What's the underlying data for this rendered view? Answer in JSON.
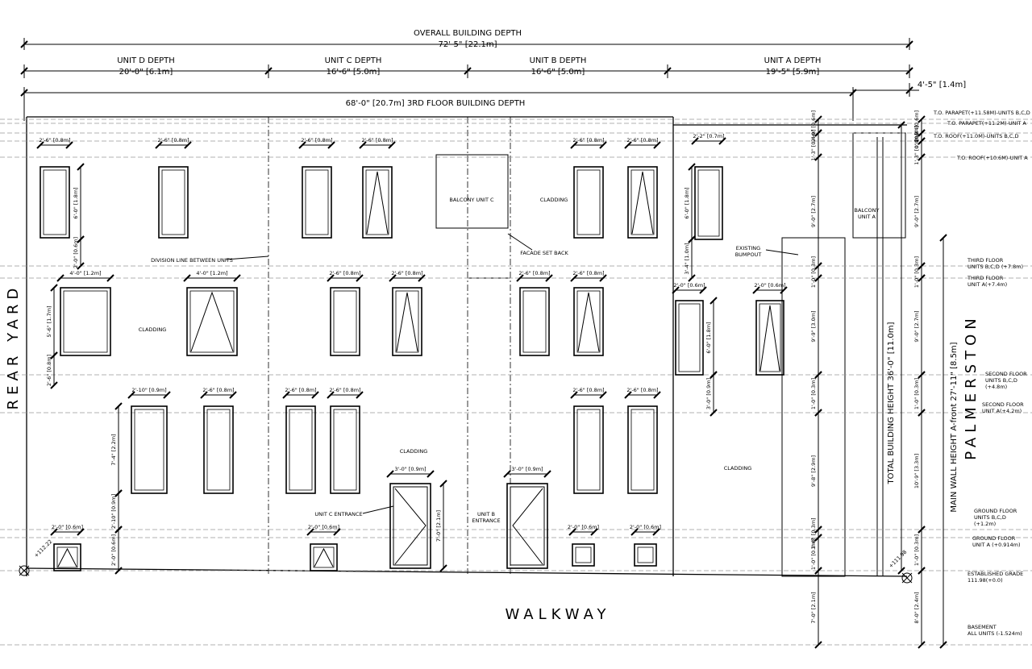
{
  "dimensions": {
    "overall_title": "OVERALL BUILDING DEPTH",
    "overall_value": "72'-5\" [22.1m]",
    "unit_d_title": "UNIT D DEPTH",
    "unit_d_value": "20'-0\" [6.1m]",
    "unit_c_title": "UNIT C DEPTH",
    "unit_c_value": "16'-6\" [5.0m]",
    "unit_b_title": "UNIT B DEPTH",
    "unit_b_value": "16'-6\" [5.0m]",
    "unit_a_title": "UNIT A DEPTH",
    "unit_a_value": "19'-5\" [5.9m]",
    "front_projection": "4'-5\" [1.4m]",
    "third_floor_depth": "68'-0\" [20.7m] 3RD FLOOR BUILDING DEPTH"
  },
  "side_labels": {
    "rear_yard": "REAR YARD",
    "walkway": "WALKWAY",
    "palmerston": "PALMERSTON"
  },
  "window_widths": {
    "w26": "2'-6\" [0.8m]",
    "w40": "4'-0\" [1.2m]",
    "w210": "2'-10\" [0.9m]",
    "w20": "2'-0\" [0.6m]",
    "w22": "2'-2\" [0.7m]",
    "w30": "3'-0\" [0.9m]"
  },
  "vertical_dims": {
    "d60_18": "6'-0\" [1.8m]",
    "d20_06": "2'-0\" [0.6m]",
    "d56_17": "5'-6\" [1.7m]",
    "d26_08": "2'-6\" [0.8m]",
    "d74_22": "7'-4\" [2.2m]",
    "d210_09": "2'-10\" [0.9m]",
    "d34_10": "3'-4\" [1.0m]",
    "d30_09": "3'-0\" [0.9m]",
    "d70_21": "7'-0\" [2.1m]",
    "d13_04": "1'-3\" [0.4m]",
    "d90_27": "9'-0\" [2.7m]",
    "d10_03": "1'-0\" [0.3m]",
    "d99_30": "9'-9\" [3.0m]",
    "d98_29": "9'-8\" [2.9m]",
    "d109_33": "10'-9\" [3.3m]",
    "d80_24": "8'-0\" [2.4m]",
    "d01_044": "0\" [0.44]",
    "total_height": "TOTAL BUILDING HEIGHT 36'-0\" [11.0m]",
    "main_wall": "MAIN WALL HEIGHT A-front 27'-11\" [8.5m]"
  },
  "annotations": {
    "division_line": "DIVISION LINE BETWEEN UNITS",
    "cladding": "CLADDING",
    "balcony_c": "BALCONY UNIT C",
    "facade_setback": "FACADE SET BACK",
    "balcony_a": [
      "BALCONY",
      "UNIT A"
    ],
    "existing_bumpout": [
      "EXISTING",
      "BUMPOUT"
    ],
    "unit_c_entrance": "UNIT C ENTRANCE",
    "unit_b_entrance": [
      "UNIT B",
      "ENTRANCE"
    ],
    "grade_left": "+112.22",
    "grade_right": "+111.98"
  },
  "elevations": {
    "to_parapet_bcd": "T.O. PARAPET(+11.58M)-UNITS B,C,D",
    "to_parapet_a": "T.O. PARAPET(+11.2M)-UNIT A",
    "to_roof_bcd": "T.O. ROOF(+11.0M)-UNITS B,C,D",
    "to_roof_a": "T.O. ROOF(+10.6M)-UNIT A",
    "third_bcd": [
      "THIRD FLOOR",
      "UNITS B,C,D (+7.8m)"
    ],
    "third_a": [
      "THIRD FLOOR",
      "UNIT A(+7.4m)"
    ],
    "second_bcd": [
      "SECOND FLOOR",
      "UNITS B,C,D",
      "(+4.8m)"
    ],
    "second_a": [
      "SECOND FLOOR",
      "UNIT A(+4.2m)"
    ],
    "ground_bcd": [
      "GROUND FLOOR",
      "UNITS B,C,D",
      "(+1.2m)"
    ],
    "ground_a": [
      "GROUND FLOOR",
      "UNIT A (+0.914m)"
    ],
    "established_grade": [
      "ESTABLISHED GRADE",
      "111.98(+0.0)"
    ],
    "basement": [
      "BASEMENT",
      "ALL UNITS (-1.524m)"
    ]
  }
}
